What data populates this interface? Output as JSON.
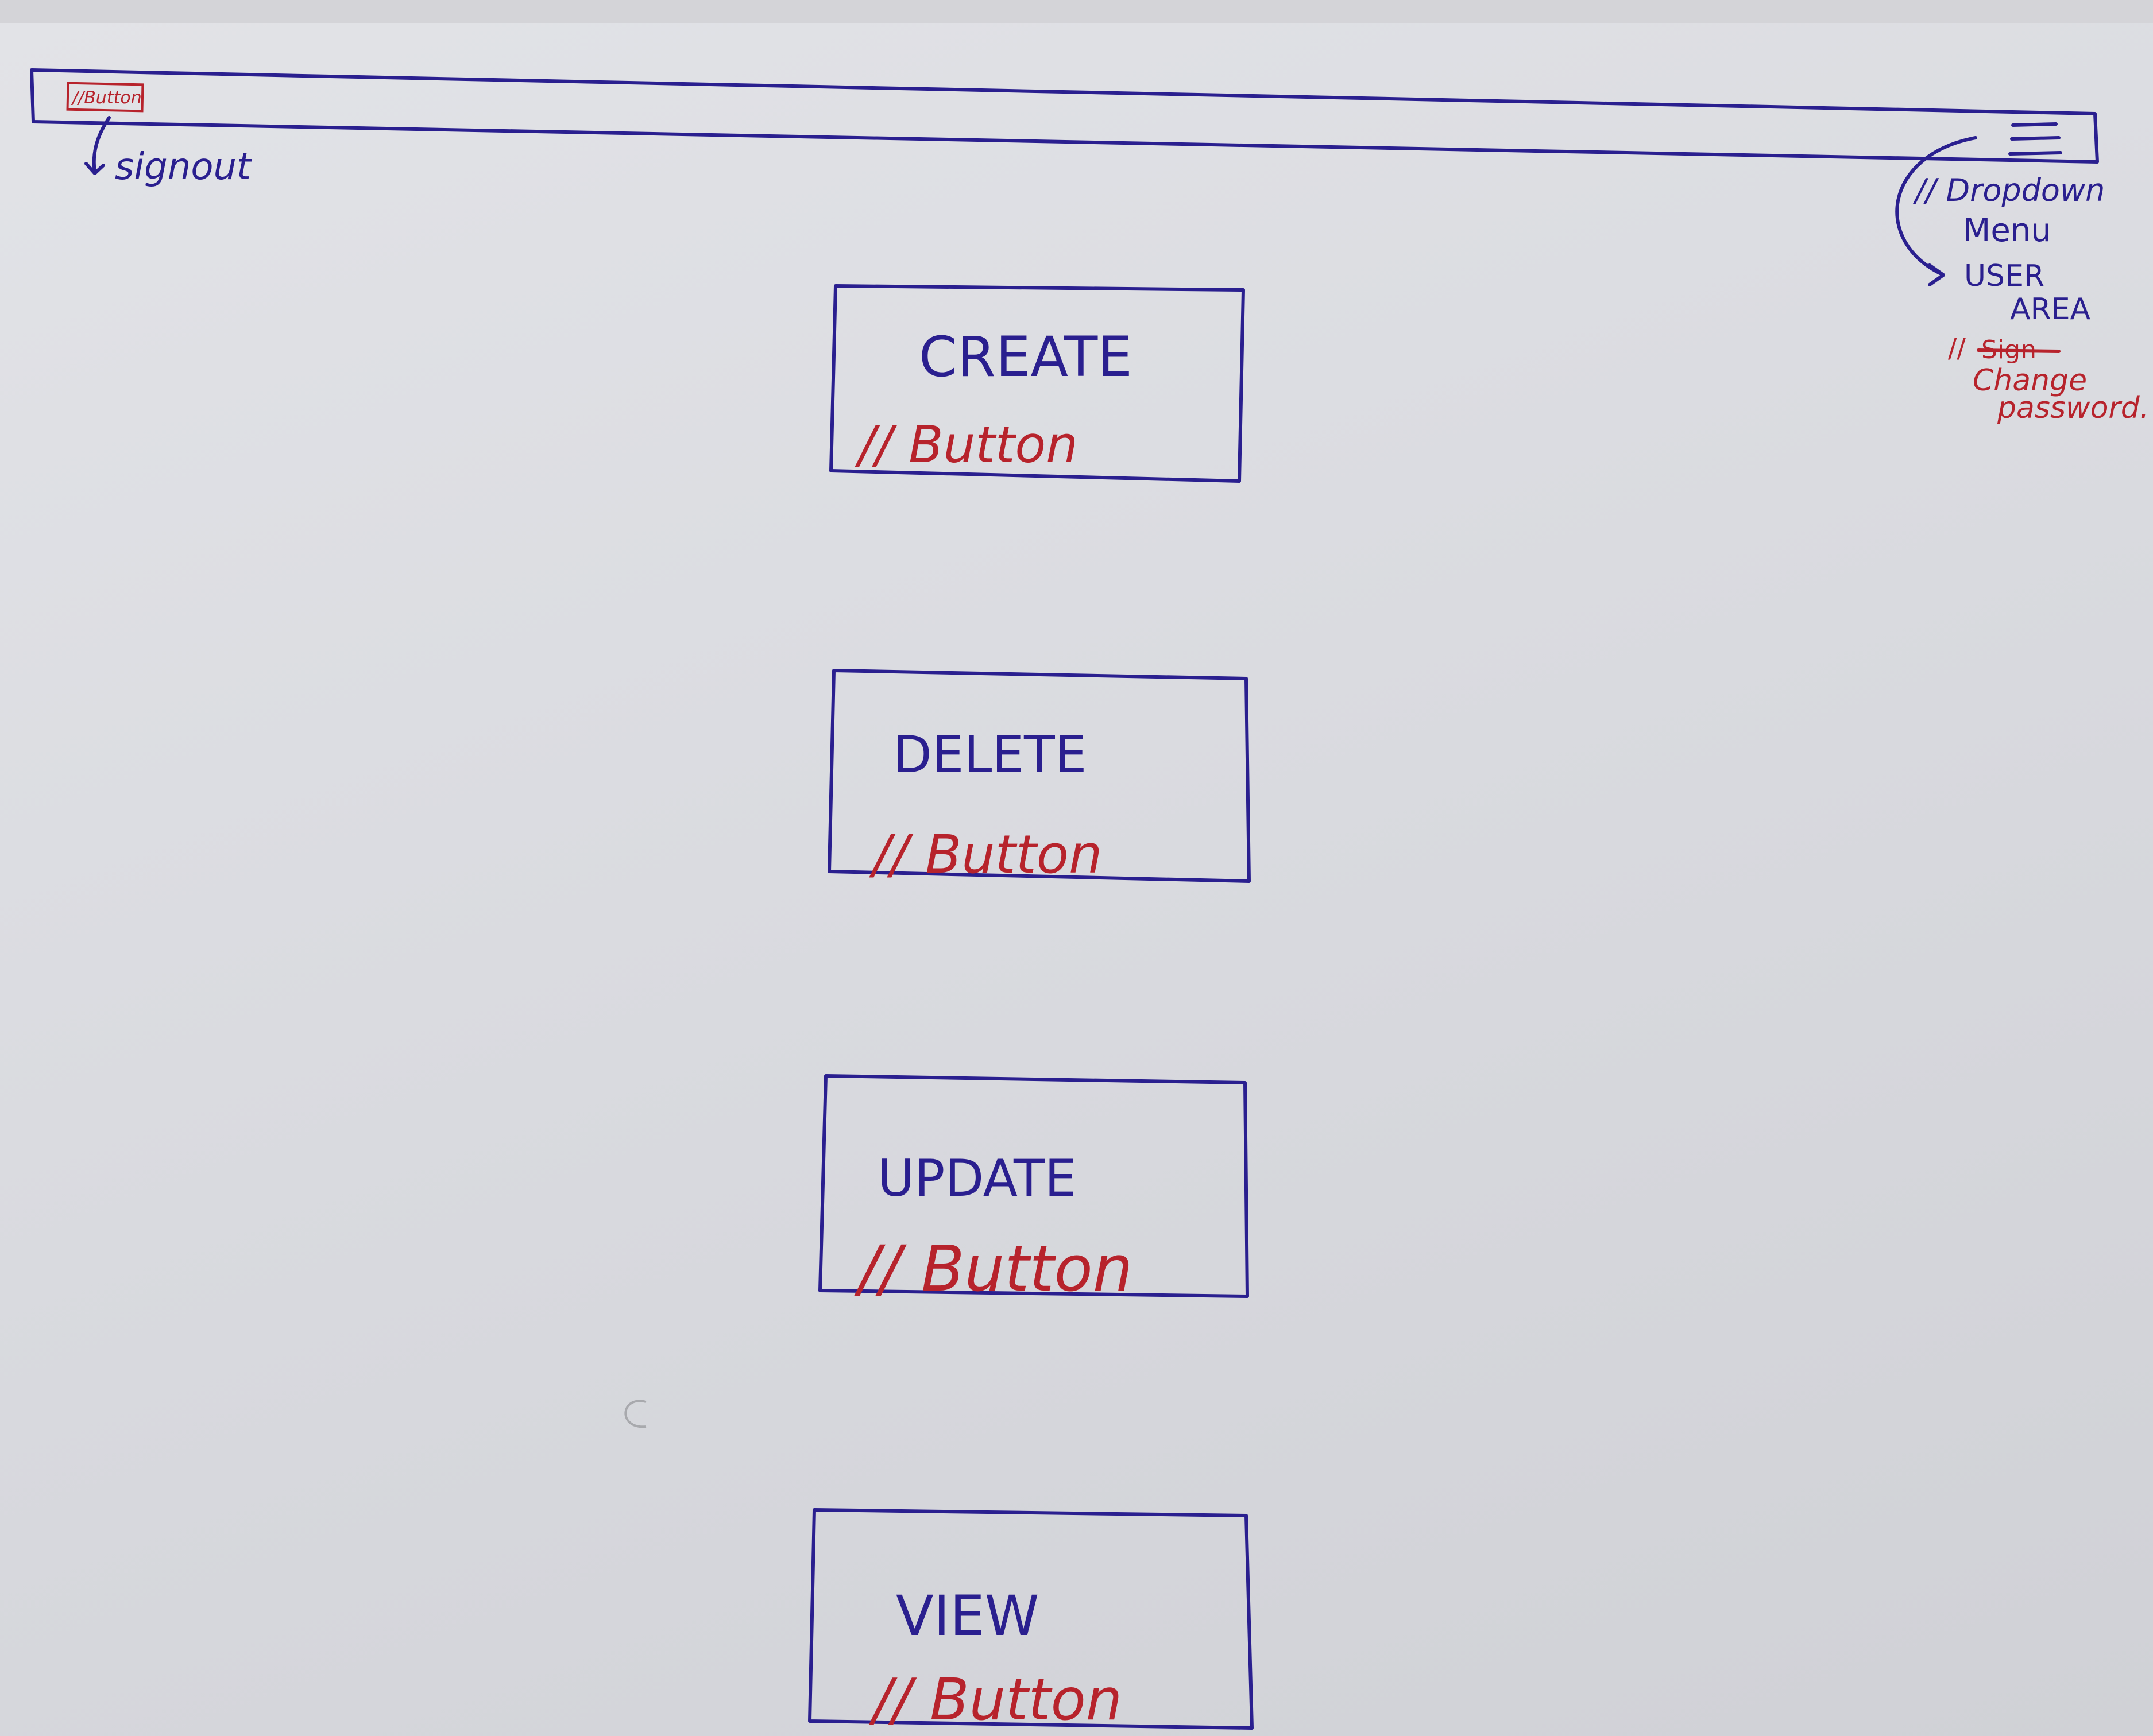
{
  "header": {
    "signout_button_label": "//Button",
    "signout_note": "signout",
    "menu_icon": "hamburger-menu-icon",
    "menu_note_line1": "// Dropdown",
    "menu_note_line2": "Menu",
    "user_area_line1": "USER",
    "user_area_line2": "AREA",
    "change_password_prefix": "//",
    "struck_text": "Sign",
    "change_password_line1": "Change",
    "change_password_line2": "password."
  },
  "actions": [
    {
      "label": "CREATE",
      "note": "// Button"
    },
    {
      "label": "DELETE",
      "note": "// Button"
    },
    {
      "label": "UPDATE",
      "note": "// Button"
    },
    {
      "label": "VIEW",
      "note": "// Button"
    }
  ],
  "colors": {
    "ink_blue": "#2a1f8f",
    "ink_red": "#b7232c",
    "paper": "#dcdde1"
  }
}
